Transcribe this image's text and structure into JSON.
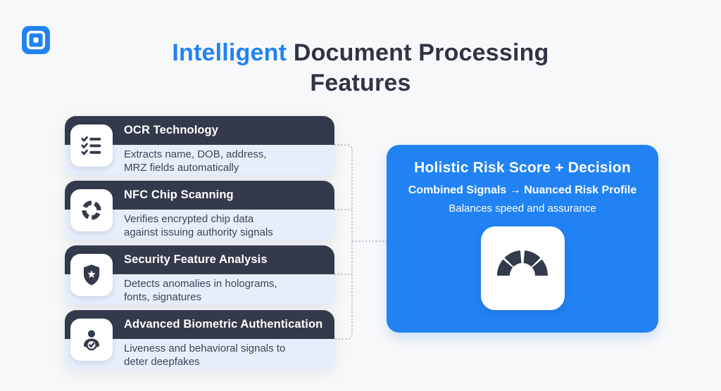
{
  "colors": {
    "accent_blue": "#2182F3",
    "navy": "#333A4B",
    "card_body_bg": "#E6EEFC",
    "page_bg": "#F7F8F9",
    "connector_gray": "#A6ABB5"
  },
  "title": {
    "highlight": "Intelligent",
    "rest": "Document Processing Features"
  },
  "cards": [
    {
      "title": "OCR Technology",
      "description": "Extracts name, DOB, address,\nMRZ fields automatically",
      "icon": "checklist-icon"
    },
    {
      "title": "NFC Chip Scanning",
      "description": "Verifies encrypted chip data\nagainst issuing authority signals",
      "icon": "sync-icon"
    },
    {
      "title": "Security Feature Analysis",
      "description": "Detects anomalies in holograms,\nfonts, signatures",
      "icon": "shield-star-icon"
    },
    {
      "title": "Advanced Biometric Authentication",
      "description": "Liveness and behavioral signals to\ndeter deepfakes",
      "icon": "biometric-user-icon"
    }
  ],
  "risk_panel": {
    "title": "Holistic Risk Score + Decision",
    "subtitle": "Combined Signals → Nuanced Risk Profile",
    "caption": "Balances speed and assurance",
    "icon": "gauge-icon"
  }
}
